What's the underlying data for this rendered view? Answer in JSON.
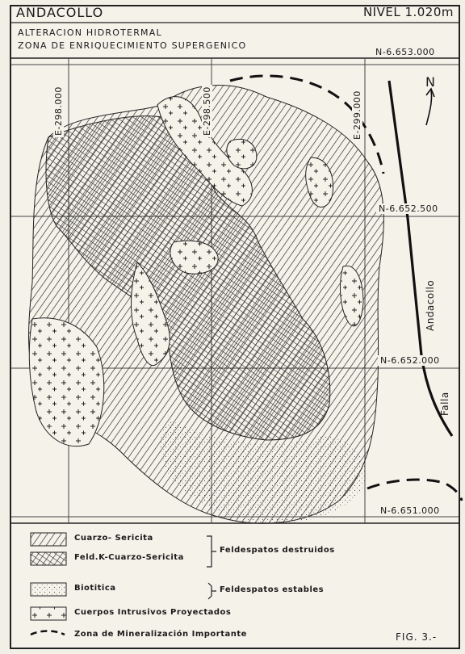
{
  "map": {
    "title": "ANDACOLLO",
    "level": "NIVEL 1.020m",
    "subtitle_line1": "ALTERACION HIDROTERMAL",
    "subtitle_line2": "ZONA DE ENRIQUECIMIENTO SUPERGENICO",
    "north_label": "N",
    "fault_label_top": "Andacollo",
    "fault_label_bottom": "Falla",
    "figure_label": "FIG. 3.-",
    "grid_northings": [
      "N-6.653.000",
      "N-6.652.500",
      "N-6.652.000",
      "N-6.651.000"
    ],
    "grid_eastings": [
      "E-298.000",
      "E-298.500",
      "E-299.000"
    ]
  },
  "legend": {
    "items": [
      {
        "label": "Cuarzo- Sericita",
        "pattern": "diagonal-hatch"
      },
      {
        "label": "Feld.K-Cuarzo-Sericita",
        "pattern": "cross-hatch"
      },
      {
        "label": "Biotitica",
        "pattern": "stipple"
      },
      {
        "label": "Cuerpos Intrusivos Proyectados",
        "pattern": "crosses"
      },
      {
        "label": "Zona de Mineralización Importante",
        "pattern": "dashed-line"
      }
    ],
    "group_destroyed": "Feldespatos destruidos",
    "group_stable": "Feldespatos estables"
  },
  "colors": {
    "ink": "#1a1a1a",
    "paper": "#f5f2ea"
  }
}
